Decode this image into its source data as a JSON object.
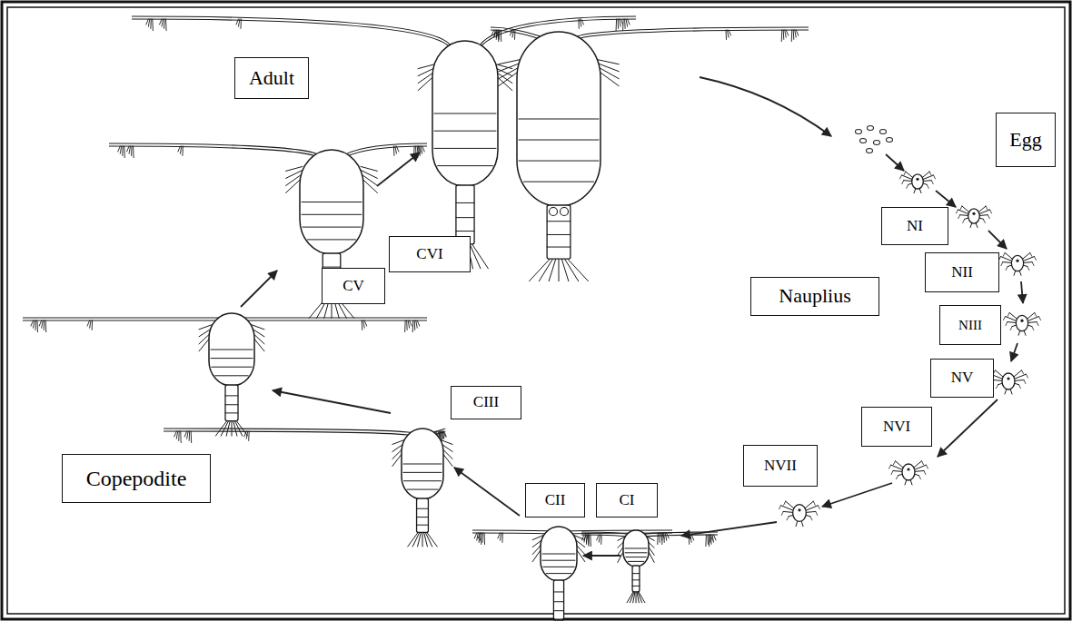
{
  "diagram": {
    "nodes": [
      {
        "text": [
          "Adult"
        ]
      },
      {
        "text": [
          "Egg"
        ]
      },
      {
        "text": [
          "NI"
        ]
      },
      {
        "text": [
          "CVI"
        ]
      },
      {
        "text": [
          "NII"
        ]
      },
      {
        "text": [
          "CV"
        ]
      },
      {
        "text": [
          "Nauplius"
        ]
      },
      {
        "text": [
          "NIII"
        ]
      },
      {
        "text": [
          "NV"
        ]
      },
      {
        "text": [
          "CIII"
        ]
      },
      {
        "text": [
          "NVI"
        ]
      },
      {
        "text": [
          "NVII"
        ]
      },
      {
        "text": [
          "Copepodite"
        ]
      },
      {
        "text": [
          "CII"
        ]
      },
      {
        "text": [
          "CI"
        ]
      }
    ]
  }
}
